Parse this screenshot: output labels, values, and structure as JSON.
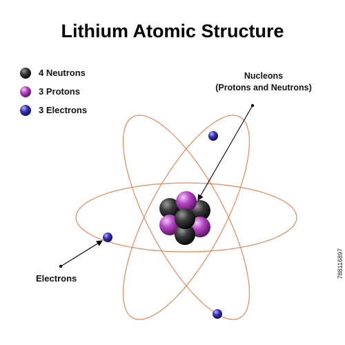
{
  "title": "Lithium Atomic Structure",
  "legend": [
    {
      "label": "4 Neutrons",
      "particle": "neutron"
    },
    {
      "label": "3 Protons",
      "particle": "proton"
    },
    {
      "label": "3 Electrons",
      "particle": "electron"
    }
  ],
  "labels": {
    "nucleons_line1": "Nucleons",
    "nucleons_line2": "(Protons and Neutrons)",
    "electrons": "Electrons"
  },
  "watermark": "788116897",
  "colors": {
    "neutron": "#2a2a2a",
    "proton": "#a23fb0",
    "electron": "#2e2a9c",
    "orbit": "#e8875a"
  }
}
